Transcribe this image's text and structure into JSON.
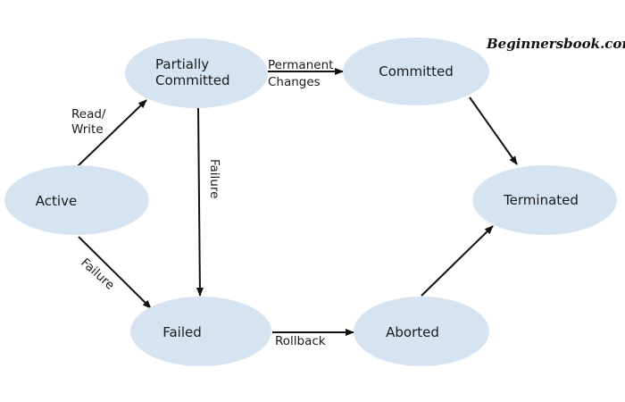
{
  "watermark": "Beginnersbook.com",
  "nodes": {
    "active": {
      "label": "Active"
    },
    "partially_committed": {
      "lines": [
        "Partially",
        "Committed"
      ]
    },
    "committed": {
      "label": "Committed"
    },
    "terminated": {
      "label": "Terminated"
    },
    "failed": {
      "label": "Failed"
    },
    "aborted": {
      "label": "Aborted"
    }
  },
  "edges": {
    "read_write": [
      "Read/",
      "Write"
    ],
    "permanent_changes": [
      "Permanent",
      "Changes"
    ],
    "failure_vertical": "Failure",
    "failure_diagonal": "Failure",
    "rollback": "Rollback"
  },
  "colors": {
    "node_fill": "#d6e4f1",
    "edge": "#111111",
    "text": "#1a1a1a"
  }
}
